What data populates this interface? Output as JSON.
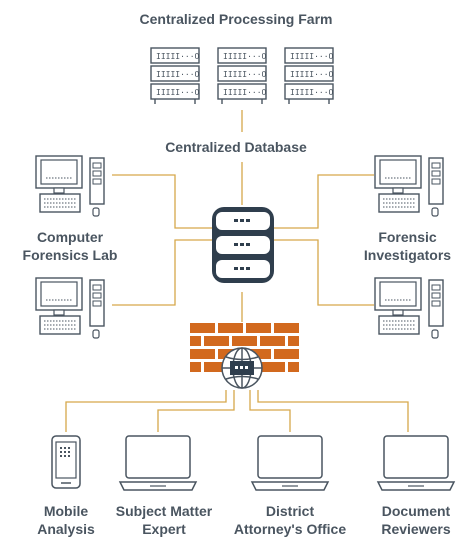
{
  "labels": {
    "processing_farm": "Centralized Processing Farm",
    "database": "Centralized Database",
    "forensics_lab": [
      "Computer",
      "Forensics Lab"
    ],
    "investigators": [
      "Forensic",
      "Investigators"
    ],
    "mobile": [
      "Mobile",
      "Analysis"
    ],
    "sme": [
      "Subject Matter",
      "Expert"
    ],
    "da": [
      "District",
      "Attorney's Office"
    ],
    "reviewers": [
      "Document",
      "Reviewers"
    ]
  },
  "server_rack_label": "IIIII···O",
  "colors": {
    "icon_stroke": "#4a5560",
    "connector": "#d6a84a",
    "firewall": "#d2691e",
    "text": "#4a5560"
  }
}
